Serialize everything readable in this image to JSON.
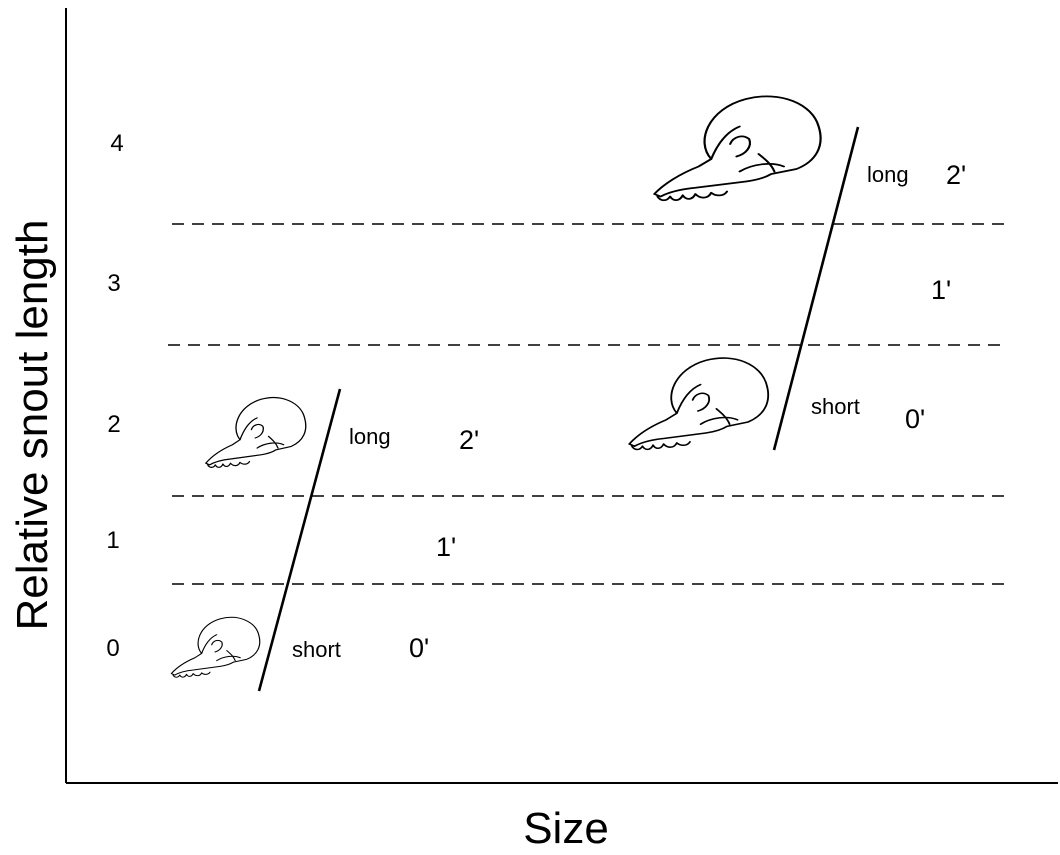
{
  "axes": {
    "y_title": "Relative snout length",
    "x_title": "Size"
  },
  "levels": [
    "0",
    "1",
    "2",
    "3",
    "4"
  ],
  "small_species": {
    "low_label": "short",
    "low_code": "0'",
    "mid_code": "1'",
    "high_label": "long",
    "high_code": "2'"
  },
  "large_species": {
    "low_label": "short",
    "low_code": "0'",
    "mid_code": "1'",
    "high_label": "long",
    "high_code": "2'"
  },
  "icons": {
    "skull": "skull-icon"
  }
}
